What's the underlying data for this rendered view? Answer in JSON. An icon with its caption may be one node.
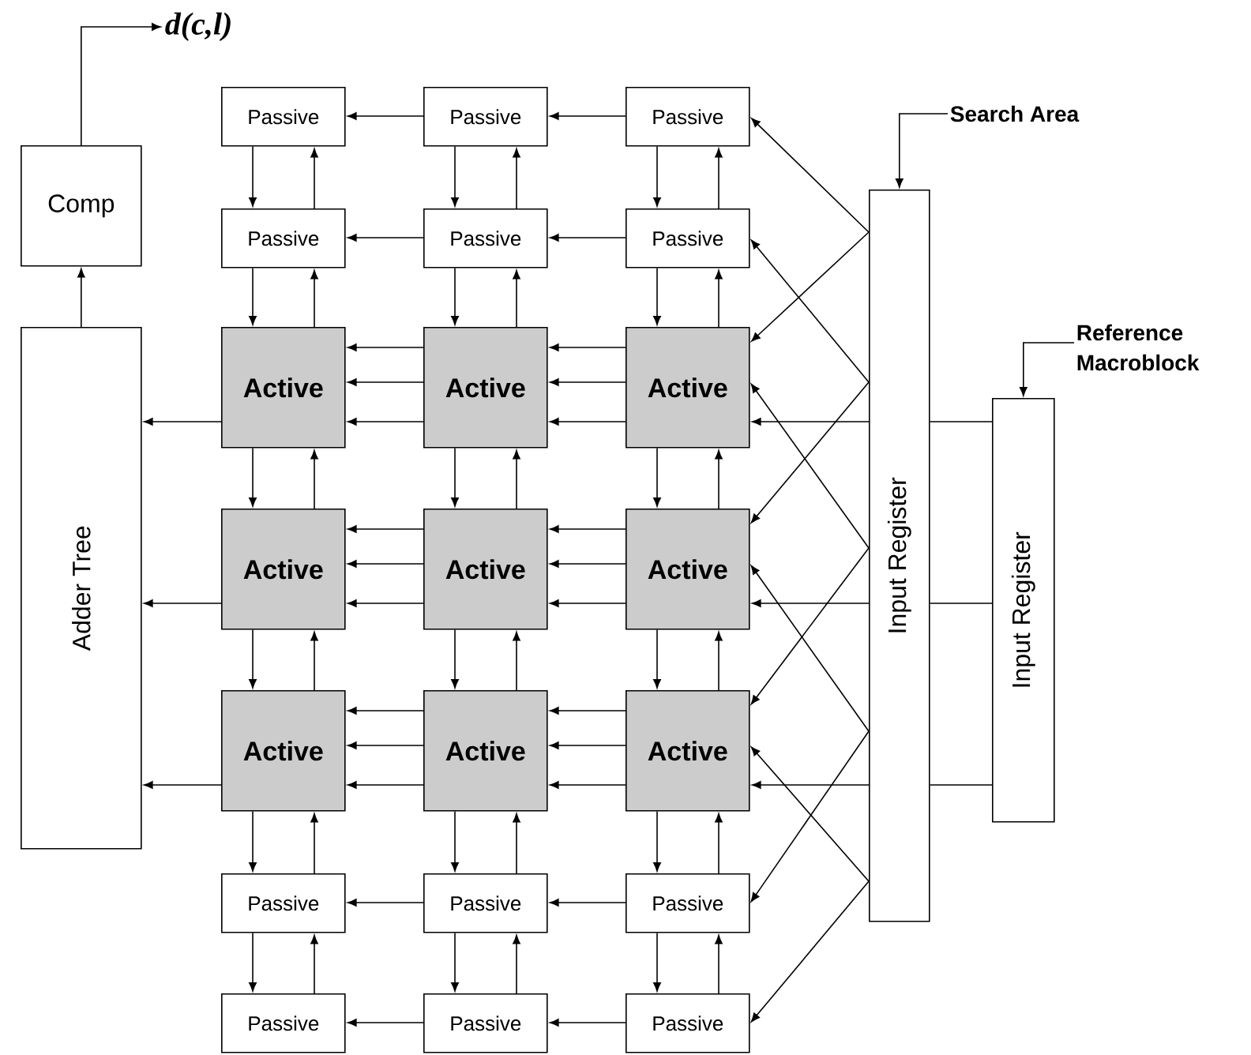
{
  "diagram": {
    "nodes": [
      {
        "text": [
          "d(c,l)"
        ]
      },
      {
        "text": [
          "Comp"
        ]
      },
      {
        "text": [
          "Adder Tree"
        ]
      },
      {
        "text": [
          "Passive"
        ]
      },
      {
        "text": [
          "Passive"
        ]
      },
      {
        "text": [
          "Passive"
        ]
      },
      {
        "text": [
          "Passive"
        ]
      },
      {
        "text": [
          "Passive"
        ]
      },
      {
        "text": [
          "Passive"
        ]
      },
      {
        "text": [
          "Active"
        ]
      },
      {
        "text": [
          "Active"
        ]
      },
      {
        "text": [
          "Active"
        ]
      },
      {
        "text": [
          "Active"
        ]
      },
      {
        "text": [
          "Active"
        ]
      },
      {
        "text": [
          "Active"
        ]
      },
      {
        "text": [
          "Active"
        ]
      },
      {
        "text": [
          "Active"
        ]
      },
      {
        "text": [
          "Active"
        ]
      },
      {
        "text": [
          "Passive"
        ]
      },
      {
        "text": [
          "Passive"
        ]
      },
      {
        "text": [
          "Passive"
        ]
      },
      {
        "text": [
          "Passive"
        ]
      },
      {
        "text": [
          "Passive"
        ]
      },
      {
        "text": [
          "Passive"
        ]
      },
      {
        "text": [
          "Search Area"
        ]
      },
      {
        "text": [
          "Input Register"
        ]
      },
      {
        "text": [
          "Reference Macroblock"
        ]
      },
      {
        "text": [
          "Input Register"
        ]
      }
    ],
    "edges": [
      {
        "from": 1,
        "to": 0,
        "arrow": "to"
      },
      {
        "from": 2,
        "to": 1,
        "arrow": "to"
      },
      {
        "from": 9,
        "to": 2,
        "arrow": "to"
      },
      {
        "from": 12,
        "to": 2,
        "arrow": "to"
      },
      {
        "from": 15,
        "to": 2,
        "arrow": "to"
      },
      {
        "from": 5,
        "to": 4,
        "arrow": "to"
      },
      {
        "from": 4,
        "to": 3,
        "arrow": "to"
      },
      {
        "from": 8,
        "to": 7,
        "arrow": "to"
      },
      {
        "from": 7,
        "to": 6,
        "arrow": "to"
      },
      {
        "from": 11,
        "to": 10,
        "arrow": "to"
      },
      {
        "from": 11,
        "to": 10,
        "arrow": "to"
      },
      {
        "from": 11,
        "to": 10,
        "arrow": "to"
      },
      {
        "from": 10,
        "to": 9,
        "arrow": "to"
      },
      {
        "from": 10,
        "to": 9,
        "arrow": "to"
      },
      {
        "from": 10,
        "to": 9,
        "arrow": "to"
      },
      {
        "from": 14,
        "to": 13,
        "arrow": "to"
      },
      {
        "from": 14,
        "to": 13,
        "arrow": "to"
      },
      {
        "from": 14,
        "to": 13,
        "arrow": "to"
      },
      {
        "from": 13,
        "to": 12,
        "arrow": "to"
      },
      {
        "from": 13,
        "to": 12,
        "arrow": "to"
      },
      {
        "from": 13,
        "to": 12,
        "arrow": "to"
      },
      {
        "from": 17,
        "to": 16,
        "arrow": "to"
      },
      {
        "from": 17,
        "to": 16,
        "arrow": "to"
      },
      {
        "from": 17,
        "to": 16,
        "arrow": "to"
      },
      {
        "from": 16,
        "to": 15,
        "arrow": "to"
      },
      {
        "from": 16,
        "to": 15,
        "arrow": "to"
      },
      {
        "from": 16,
        "to": 15,
        "arrow": "to"
      },
      {
        "from": 20,
        "to": 19,
        "arrow": "to"
      },
      {
        "from": 19,
        "to": 18,
        "arrow": "to"
      },
      {
        "from": 23,
        "to": 22,
        "arrow": "to"
      },
      {
        "from": 22,
        "to": 21,
        "arrow": "to"
      },
      {
        "from": 3,
        "to": 6,
        "arrow": "to"
      },
      {
        "from": 6,
        "to": 3,
        "arrow": "to"
      },
      {
        "from": 4,
        "to": 7,
        "arrow": "to"
      },
      {
        "from": 7,
        "to": 4,
        "arrow": "to"
      },
      {
        "from": 5,
        "to": 8,
        "arrow": "to"
      },
      {
        "from": 8,
        "to": 5,
        "arrow": "to"
      },
      {
        "from": 6,
        "to": 9,
        "arrow": "to"
      },
      {
        "from": 9,
        "to": 6,
        "arrow": "to"
      },
      {
        "from": 7,
        "to": 10,
        "arrow": "to"
      },
      {
        "from": 10,
        "to": 7,
        "arrow": "to"
      },
      {
        "from": 8,
        "to": 11,
        "arrow": "to"
      },
      {
        "from": 11,
        "to": 8,
        "arrow": "to"
      },
      {
        "from": 9,
        "to": 12,
        "arrow": "to"
      },
      {
        "from": 12,
        "to": 9,
        "arrow": "to"
      },
      {
        "from": 10,
        "to": 13,
        "arrow": "to"
      },
      {
        "from": 13,
        "to": 10,
        "arrow": "to"
      },
      {
        "from": 11,
        "to": 14,
        "arrow": "to"
      },
      {
        "from": 14,
        "to": 11,
        "arrow": "to"
      },
      {
        "from": 12,
        "to": 15,
        "arrow": "to"
      },
      {
        "from": 15,
        "to": 12,
        "arrow": "to"
      },
      {
        "from": 13,
        "to": 16,
        "arrow": "to"
      },
      {
        "from": 16,
        "to": 13,
        "arrow": "to"
      },
      {
        "from": 14,
        "to": 17,
        "arrow": "to"
      },
      {
        "from": 17,
        "to": 14,
        "arrow": "to"
      },
      {
        "from": 15,
        "to": 18,
        "arrow": "to"
      },
      {
        "from": 18,
        "to": 15,
        "arrow": "to"
      },
      {
        "from": 16,
        "to": 19,
        "arrow": "to"
      },
      {
        "from": 19,
        "to": 16,
        "arrow": "to"
      },
      {
        "from": 17,
        "to": 20,
        "arrow": "to"
      },
      {
        "from": 20,
        "to": 17,
        "arrow": "to"
      },
      {
        "from": 18,
        "to": 21,
        "arrow": "to"
      },
      {
        "from": 21,
        "to": 18,
        "arrow": "to"
      },
      {
        "from": 19,
        "to": 22,
        "arrow": "to"
      },
      {
        "from": 22,
        "to": 19,
        "arrow": "to"
      },
      {
        "from": 20,
        "to": 23,
        "arrow": "to"
      },
      {
        "from": 23,
        "to": 20,
        "arrow": "to"
      },
      {
        "from": 24,
        "to": 25,
        "arrow": "to"
      },
      {
        "from": 26,
        "to": 27,
        "arrow": "to"
      },
      {
        "from": 25,
        "to": 5,
        "arrow": "to"
      },
      {
        "from": 25,
        "to": 8,
        "arrow": "to"
      },
      {
        "from": 25,
        "to": 11,
        "arrow": "to"
      },
      {
        "from": 25,
        "to": 11,
        "arrow": "to"
      },
      {
        "from": 25,
        "to": 11,
        "arrow": "to"
      },
      {
        "from": 25,
        "to": 14,
        "arrow": "to"
      },
      {
        "from": 25,
        "to": 14,
        "arrow": "to"
      },
      {
        "from": 25,
        "to": 14,
        "arrow": "to"
      },
      {
        "from": 25,
        "to": 17,
        "arrow": "to"
      },
      {
        "from": 25,
        "to": 17,
        "arrow": "to"
      },
      {
        "from": 25,
        "to": 17,
        "arrow": "to"
      },
      {
        "from": 25,
        "to": 20,
        "arrow": "to"
      },
      {
        "from": 25,
        "to": 23,
        "arrow": "to"
      },
      {
        "from": 27,
        "to": 25,
        "arrow": "none"
      },
      {
        "from": 27,
        "to": 25,
        "arrow": "none"
      },
      {
        "from": 27,
        "to": 25,
        "arrow": "none"
      }
    ]
  }
}
